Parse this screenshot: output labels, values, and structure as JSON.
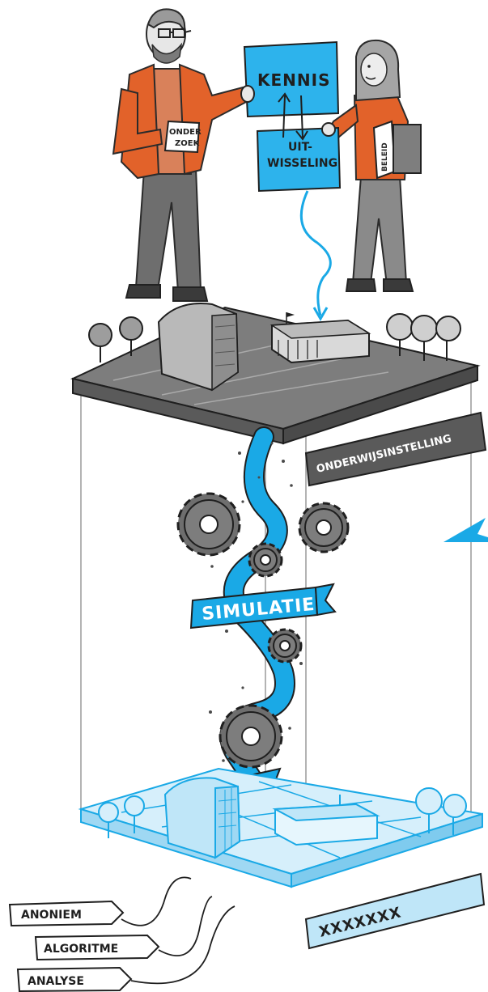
{
  "labels": {
    "kennis": "KENNIS",
    "uitwisseling_line1": "UIT-",
    "uitwisseling_line2": "WISSELING",
    "onderzoek_line1": "ONDER",
    "onderzoek_line2": "ZOEK",
    "beleid": "BELEID",
    "onderwijsinstelling": "ONDERWIJSINSTELLING",
    "simulatie": "SIMULATIE",
    "anoniem": "ANONIEM",
    "algoritme": "ALGORITME",
    "analyse": "ANALYSE",
    "masked_name": "XXXXXXX"
  },
  "colors": {
    "accent_blue": "#1aa9e6",
    "light_blue": "#bfe6f8",
    "orange": "#e2622a",
    "grey_dark": "#4a4a4a",
    "grey_mid": "#8a8a8a",
    "grey_light": "#c9c9c9"
  },
  "icons": [
    "gear-icon",
    "arrow-icon",
    "tree-icon",
    "building-icon",
    "person-icon"
  ]
}
